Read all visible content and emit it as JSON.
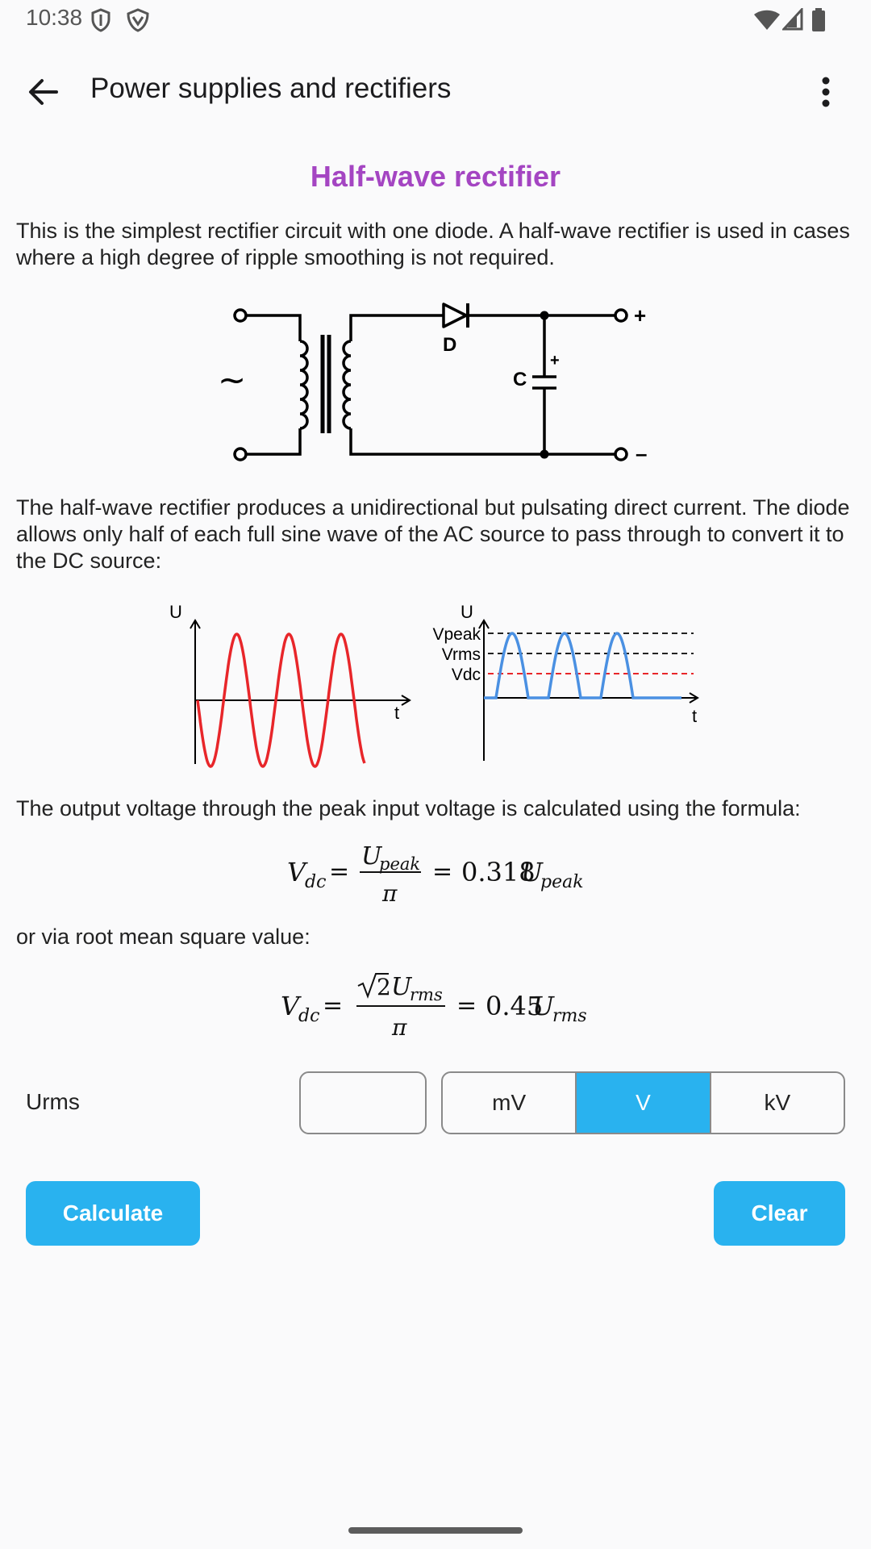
{
  "status_bar": {
    "time": "10:38",
    "icons": [
      "shield-icon",
      "vpn-shield-icon",
      "wifi-icon",
      "signal-icon",
      "battery-icon"
    ]
  },
  "app_bar": {
    "title": "Power supplies and rectifiers",
    "back_icon": "arrow-back-icon",
    "menu_icon": "more-vert-icon"
  },
  "content": {
    "heading": "Half-wave rectifier",
    "intro": "This is the simplest rectifier circuit with one diode. A half-wave rectifier is used in cases where a high degree of ripple smoothing is not required.",
    "circuit_labels": {
      "ac": "~",
      "diode": "D",
      "capacitor": "C",
      "cap_plus": "+",
      "out_plus": "+",
      "out_minus": "–"
    },
    "description": "The half-wave rectifier produces a unidirectional but pulsating direct current. The diode allows only half of each full sine wave of the AC source to pass through to convert it to the DC source:",
    "graph_labels": {
      "left_y": "U",
      "left_x": "t",
      "right_y": "U",
      "right_x": "t",
      "vpeak": "Vpeak",
      "vrms": "Vrms",
      "vdc": "Vdc"
    },
    "formula_intro": "The output voltage through the peak input voltage is calculated using the formula:",
    "formula1": {
      "lhs": "V",
      "lhs_sub": "dc",
      "eq": "=",
      "num": "U",
      "num_sub": "peak",
      "den": "π",
      "eq2": "=",
      "coef": "0.318",
      "rhs": "U",
      "rhs_sub": "peak"
    },
    "formula_intro2": "or via root mean square value:",
    "formula2": {
      "lhs": "V",
      "lhs_sub": "dc",
      "eq": "=",
      "sqrt_arg": "2",
      "num": "U",
      "num_sub": "rms",
      "den": "π",
      "eq2": "=",
      "coef": "0.45",
      "rhs": "U",
      "rhs_sub": "rms"
    }
  },
  "calculator": {
    "label": "Urms",
    "input_value": "",
    "units": [
      "mV",
      "V",
      "kV"
    ],
    "selected_unit": "V",
    "calculate_label": "Calculate",
    "clear_label": "Clear"
  },
  "colors": {
    "accent": "#29b2ef",
    "heading": "#a445c2",
    "ac_wave": "#e8262a",
    "rectified_wave": "#4a90e2",
    "vdc_line": "#e8262a"
  }
}
